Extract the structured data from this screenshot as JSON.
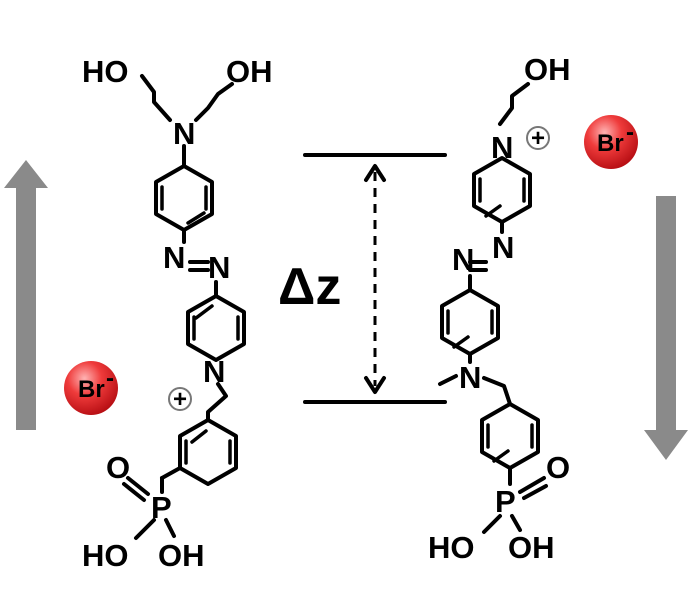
{
  "labels": {
    "ho": "HO",
    "oh": "OH",
    "n": "N",
    "o": "O",
    "p": "P",
    "plus": "+",
    "br": "Br",
    "minus": "-",
    "delta_z": "Δz"
  },
  "colors": {
    "arrow_gray": "#8a8a8a",
    "bromide_red": "#e0262b",
    "bromide_highlight": "#ff9a9a"
  }
}
